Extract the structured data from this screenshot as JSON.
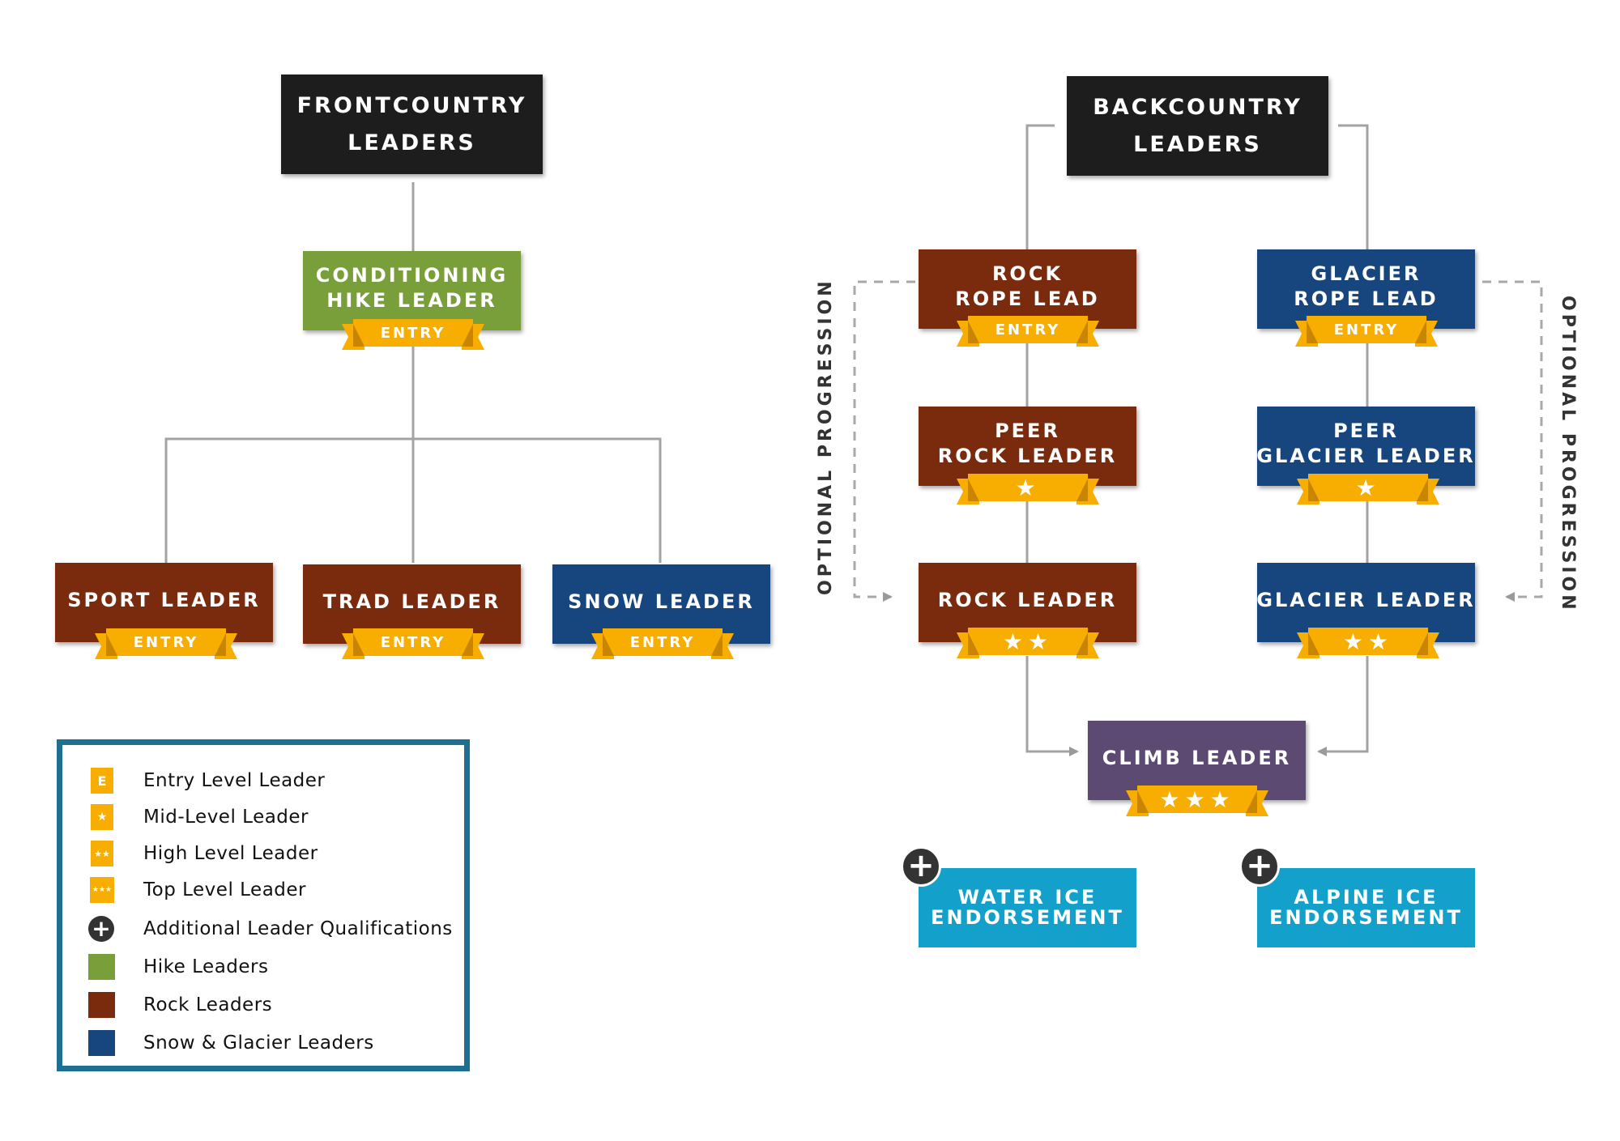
{
  "colors": {
    "header": "#1e1d1d",
    "hike": "#799f3b",
    "rock": "#7a2a0d",
    "snow_glacier": "#17467f",
    "climb": "#5c4a73",
    "endorsement": "#13a1cc",
    "ribbon": "#f8ae00",
    "legend_border": "#1f6f93"
  },
  "frontcountry": {
    "header": {
      "line1": "FRONTCOUNTRY",
      "line2": "LEADERS"
    },
    "conditioning": {
      "line1": "CONDITIONING",
      "line2": "HIKE LEADER",
      "ribbon": "ENTRY"
    },
    "sport": {
      "label": "SPORT LEADER",
      "ribbon": "ENTRY"
    },
    "trad": {
      "label": "TRAD LEADER",
      "ribbon": "ENTRY"
    },
    "snow": {
      "label": "SNOW LEADER",
      "ribbon": "ENTRY"
    }
  },
  "backcountry": {
    "header": {
      "line1": "BACKCOUNTRY",
      "line2": "LEADERS"
    },
    "rock_rope_lead": {
      "line1": "ROCK",
      "line2": "ROPE LEAD",
      "ribbon": "ENTRY"
    },
    "peer_rock": {
      "line1": "PEER",
      "line2": "ROCK LEADER",
      "ribbon": "★"
    },
    "rock_leader": {
      "label": "ROCK LEADER",
      "ribbon": "★★"
    },
    "glacier_rope_lead": {
      "line1": "GLACIER",
      "line2": "ROPE LEAD",
      "ribbon": "ENTRY"
    },
    "peer_glacier": {
      "line1": "PEER",
      "line2": "GLACIER LEADER",
      "ribbon": "★"
    },
    "glacier_leader": {
      "label": "GLACIER LEADER",
      "ribbon": "★★"
    },
    "climb_leader": {
      "label": "CLIMB LEADER",
      "ribbon": "★★★"
    },
    "water_ice": {
      "line1": "WATER ICE",
      "line2": "ENDORSEMENT"
    },
    "alpine_ice": {
      "line1": "ALPINE ICE",
      "line2": "ENDORSEMENT"
    },
    "optional_progression_left": "OPTIONAL PROGRESSION",
    "optional_progression_right": "OPTIONAL PROGRESSION",
    "plus_symbol": "+"
  },
  "legend": {
    "items": [
      {
        "icon": "entry-badge",
        "swatch_text": "E",
        "label": "Entry Level Leader"
      },
      {
        "icon": "one-star-badge",
        "swatch_text": "★",
        "label": "Mid-Level Leader"
      },
      {
        "icon": "two-star-badge",
        "swatch_text": "★★",
        "label": "High Level Leader"
      },
      {
        "icon": "three-star-badge",
        "swatch_text": "★★★",
        "label": "Top Level Leader"
      },
      {
        "icon": "plus-icon",
        "swatch_text": "+",
        "label": "Additional Leader Qualifications"
      },
      {
        "icon": "hike-swatch",
        "color": "#799f3b",
        "label": "Hike Leaders"
      },
      {
        "icon": "rock-swatch",
        "color": "#7a2a0d",
        "label": "Rock Leaders"
      },
      {
        "icon": "snow-glacier-swatch",
        "color": "#17467f",
        "label": "Snow & Glacier Leaders"
      }
    ]
  }
}
